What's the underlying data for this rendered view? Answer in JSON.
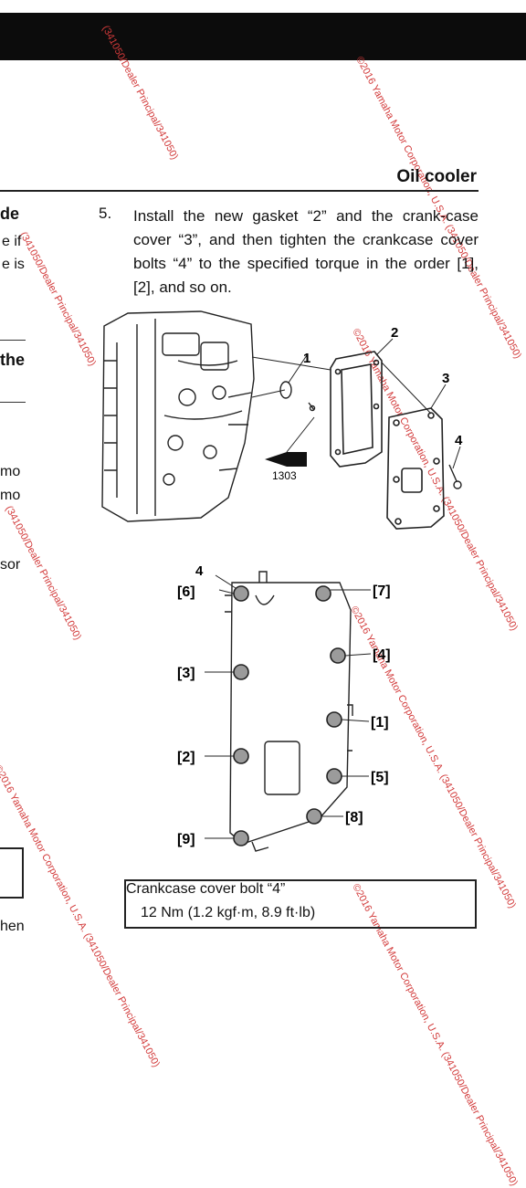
{
  "header": {
    "section_title": "Oil cooler"
  },
  "left_fragments": [
    "de",
    "e if",
    "e is",
    "the",
    "mo",
    "mo",
    "sor",
    "hen"
  ],
  "step": {
    "number": "5.",
    "text": "Install the new gasket “2” and the crank-case cover “3”, and then tighten the crankcase cover bolts “4” to the specified torque in the order [1], [2], and so on."
  },
  "figure1": {
    "callouts": [
      "1",
      "2",
      "3",
      "4"
    ],
    "tool_label": "1303"
  },
  "figure2": {
    "part_callout": "4",
    "order_labels": [
      "[6]",
      "[7]",
      "[4]",
      "[3]",
      "[1]",
      "[2]",
      "[5]",
      "[8]",
      "[9]"
    ]
  },
  "spec": {
    "name": "Crankcase cover bolt “4”",
    "value": "12 Nm (1.2 kgf·m, 8.9 ft·lb)"
  },
  "watermark": {
    "a": "©2016 Yamaha Motor Corporation, U.S.A. (341050/Dealer Principal/341050)",
    "b": "(341050/Dealer Principal/341050)"
  }
}
